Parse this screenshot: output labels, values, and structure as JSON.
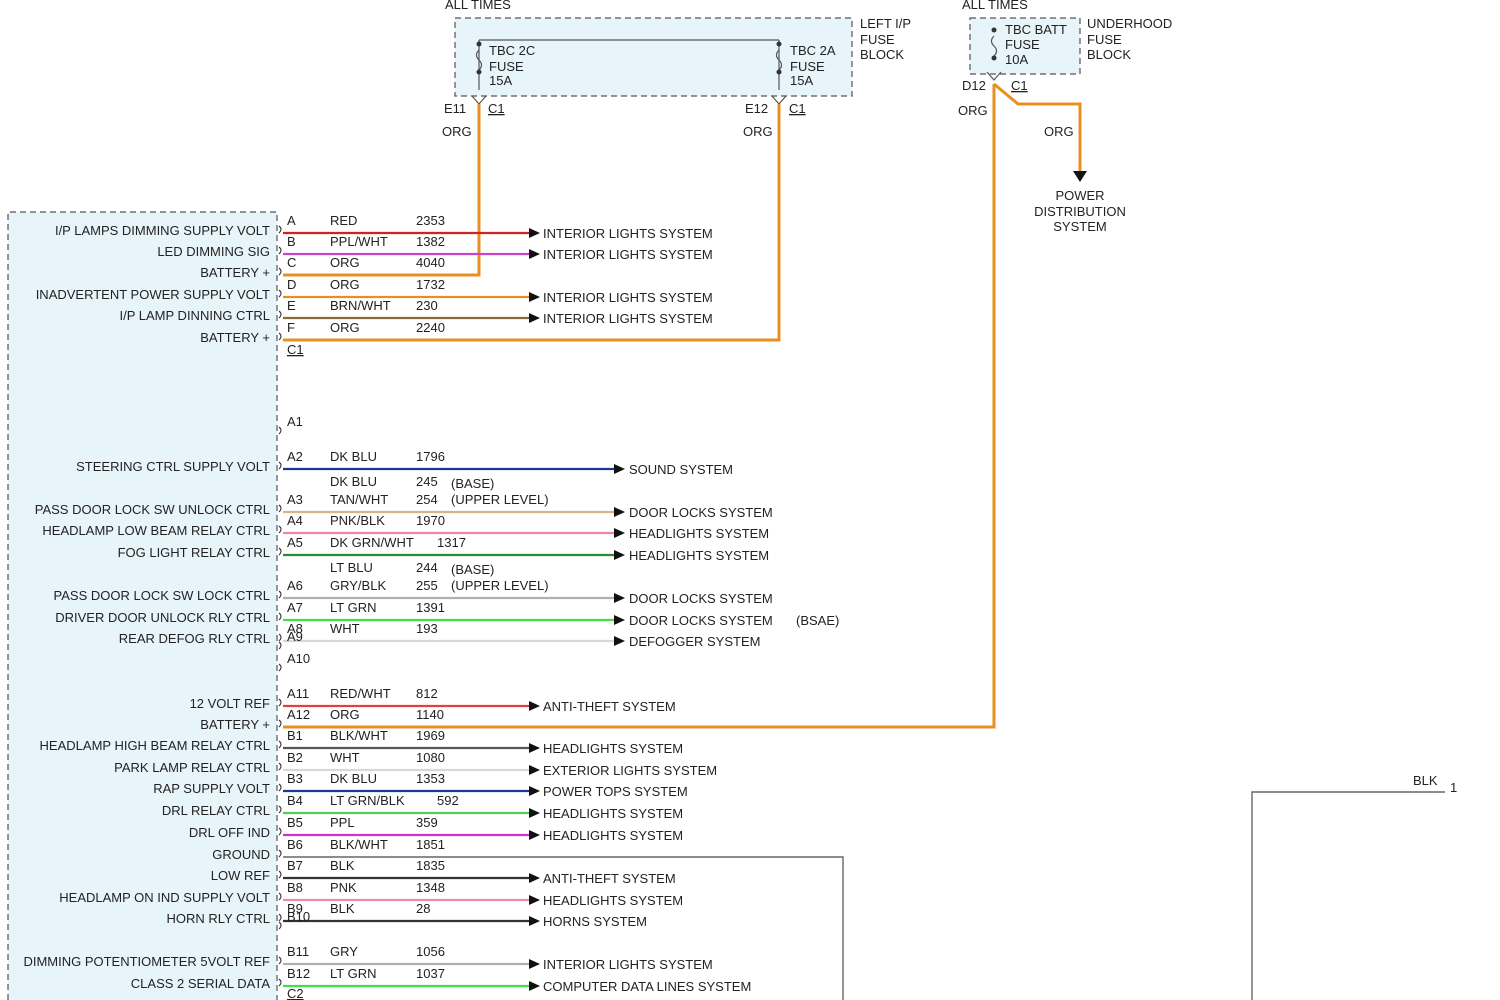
{
  "fuse_blocks": [
    {
      "id": "left_ip",
      "header": "ALL TIMES",
      "block_label": [
        "LEFT I/P",
        "FUSE",
        "BLOCK"
      ],
      "fuses": [
        {
          "name": [
            "TBC 2C",
            "FUSE",
            "15A"
          ],
          "pin": "E11",
          "connector": "C1",
          "wire_color": "ORG"
        },
        {
          "name": [
            "TBC 2A",
            "FUSE",
            "15A"
          ],
          "pin": "E12",
          "connector": "C1",
          "wire_color": "ORG"
        }
      ]
    },
    {
      "id": "underhood",
      "header": "ALL TIMES",
      "block_label": [
        "UNDERHOOD",
        "FUSE",
        "BLOCK"
      ],
      "fuses": [
        {
          "name": [
            "TBC BATT",
            "FUSE",
            "10A"
          ],
          "pin": "D12",
          "connector": "C1",
          "wire_color": "ORG"
        }
      ]
    }
  ],
  "power_distribution": {
    "wire_color": "ORG",
    "label": [
      "POWER",
      "DISTRIBUTION",
      "SYSTEM"
    ]
  },
  "ground_stub": {
    "wire_color": "BLK",
    "pin": "1"
  },
  "connectors": {
    "c1": "C1",
    "c2": "C2"
  },
  "rows": [
    {
      "pin": "A",
      "function": "I/P LAMPS DIMMING SUPPLY VOLT",
      "color": "RED",
      "circuit": "2353",
      "dest": "INTERIOR LIGHTS SYSTEM",
      "stroke": "#d42020"
    },
    {
      "pin": "B",
      "function": "LED DIMMING SIG",
      "color": "PPL/WHT",
      "circuit": "1382",
      "dest": "INTERIOR LIGHTS SYSTEM",
      "stroke": "#c844c8"
    },
    {
      "pin": "C",
      "function": "BATTERY +",
      "color": "ORG",
      "circuit": "4040",
      "dest": "",
      "stroke": "#e8901e"
    },
    {
      "pin": "D",
      "function": "INADVERTENT POWER SUPPLY VOLT",
      "color": "ORG",
      "circuit": "1732",
      "dest": "INTERIOR LIGHTS SYSTEM",
      "stroke": "#e8901e"
    },
    {
      "pin": "E",
      "function": "I/P LAMP DINNING CTRL",
      "color": "BRN/WHT",
      "circuit": "230",
      "dest": "INTERIOR LIGHTS SYSTEM",
      "stroke": "#8a6a3a"
    },
    {
      "pin": "F",
      "function": "BATTERY +",
      "color": "ORG",
      "circuit": "2240",
      "dest": "",
      "stroke": "#e8901e"
    },
    {
      "pin": "A1",
      "function": "",
      "color": "",
      "circuit": "",
      "dest": "",
      "stroke": ""
    },
    {
      "pin": "A2",
      "function": "STEERING CTRL SUPPLY VOLT",
      "color": "DK BLU",
      "circuit": "1796",
      "dest": "SOUND SYSTEM",
      "stroke": "#1a3a8a"
    },
    {
      "pin": "",
      "function": "",
      "color": "DK BLU",
      "circuit": "245",
      "dest": "",
      "stroke": "",
      "note": "(BASE)"
    },
    {
      "pin": "A3",
      "function": "PASS DOOR LOCK SW UNLOCK CTRL",
      "color": "TAN/WHT",
      "circuit": "254",
      "dest": "DOOR LOCKS SYSTEM",
      "stroke": "#d8b48a",
      "note": "(UPPER LEVEL)"
    },
    {
      "pin": "A4",
      "function": "HEADLAMP LOW BEAM RELAY CTRL",
      "color": "PNK/BLK",
      "circuit": "1970",
      "dest": "HEADLIGHTS SYSTEM",
      "stroke": "#e88aa0"
    },
    {
      "pin": "A5",
      "function": "FOG LIGHT RELAY CTRL",
      "color": "DK GRN/WHT",
      "circuit": "1317",
      "dest": "HEADLIGHTS SYSTEM",
      "stroke": "#2a8a3a"
    },
    {
      "pin": "",
      "function": "",
      "color": "LT BLU",
      "circuit": "244",
      "dest": "",
      "stroke": "",
      "note": "(BASE)"
    },
    {
      "pin": "A6",
      "function": "PASS DOOR LOCK SW LOCK CTRL",
      "color": "GRY/BLK",
      "circuit": "255",
      "dest": "DOOR LOCKS SYSTEM",
      "stroke": "#b0b0b0",
      "note": "(UPPER LEVEL)"
    },
    {
      "pin": "A7",
      "function": "DRIVER DOOR UNLOCK RLY CTRL",
      "color": "LT GRN",
      "circuit": "1391",
      "dest": "DOOR LOCKS SYSTEM",
      "stroke": "#44dd44",
      "dest_note": "(BSAE)"
    },
    {
      "pin": "A8",
      "function": "REAR DEFOG RLY CTRL",
      "color": "WHT",
      "circuit": "193",
      "dest": "DEFOGGER SYSTEM",
      "stroke": "#d8d8d8"
    },
    {
      "pin": "A9",
      "function": "",
      "color": "",
      "circuit": "",
      "dest": "",
      "stroke": ""
    },
    {
      "pin": "A10",
      "function": "",
      "color": "",
      "circuit": "",
      "dest": "",
      "stroke": ""
    },
    {
      "pin": "A11",
      "function": "12 VOLT REF",
      "color": "RED/WHT",
      "circuit": "812",
      "dest": "ANTI-THEFT SYSTEM",
      "stroke": "#e04040"
    },
    {
      "pin": "A12",
      "function": "BATTERY +",
      "color": "ORG",
      "circuit": "1140",
      "dest": "",
      "stroke": "#e8901e"
    },
    {
      "pin": "B1",
      "function": "HEADLAMP HIGH BEAM RELAY CTRL",
      "color": "BLK/WHT",
      "circuit": "1969",
      "dest": "HEADLIGHTS SYSTEM",
      "stroke": "#555555"
    },
    {
      "pin": "B2",
      "function": "PARK LAMP RELAY CTRL",
      "color": "WHT",
      "circuit": "1080",
      "dest": "EXTERIOR LIGHTS SYSTEM",
      "stroke": "#d8d8d8"
    },
    {
      "pin": "B3",
      "function": "RAP SUPPLY VOLT",
      "color": "DK BLU",
      "circuit": "1353",
      "dest": "POWER TOPS SYSTEM",
      "stroke": "#1a3a8a"
    },
    {
      "pin": "B4",
      "function": "DRL RELAY CTRL",
      "color": "LT GRN/BLK",
      "circuit": "592",
      "dest": "HEADLIGHTS SYSTEM",
      "stroke": "#55cc55"
    },
    {
      "pin": "B5",
      "function": "DRL OFF IND",
      "color": "PPL",
      "circuit": "359",
      "dest": "HEADLIGHTS SYSTEM",
      "stroke": "#cc33cc"
    },
    {
      "pin": "B6",
      "function": "GROUND",
      "color": "BLK/WHT",
      "circuit": "1851",
      "dest": "",
      "stroke": "#555555"
    },
    {
      "pin": "B7",
      "function": "LOW REF",
      "color": "BLK",
      "circuit": "1835",
      "dest": "ANTI-THEFT SYSTEM",
      "stroke": "#333333"
    },
    {
      "pin": "B8",
      "function": "HEADLAMP ON IND SUPPLY VOLT",
      "color": "PNK",
      "circuit": "1348",
      "dest": "HEADLIGHTS SYSTEM",
      "stroke": "#f08ab0"
    },
    {
      "pin": "B9",
      "function": "HORN RLY CTRL",
      "color": "BLK",
      "circuit": "28",
      "dest": "HORNS SYSTEM",
      "stroke": "#333333"
    },
    {
      "pin": "B10",
      "function": "",
      "color": "",
      "circuit": "",
      "dest": "",
      "stroke": ""
    },
    {
      "pin": "B11",
      "function": "DIMMING POTENTIOMETER 5VOLT REF",
      "color": "GRY",
      "circuit": "1056",
      "dest": "INTERIOR LIGHTS SYSTEM",
      "stroke": "#b0b0b0"
    },
    {
      "pin": "B12",
      "function": "CLASS 2 SERIAL DATA",
      "color": "LT GRN",
      "circuit": "1037",
      "dest": "COMPUTER DATA LINES SYSTEM",
      "stroke": "#44dd44"
    }
  ],
  "colors": {
    "org": "#e8901e",
    "module_fill": "#e7f4fa",
    "fuse_fill": "#e7f4fa"
  }
}
